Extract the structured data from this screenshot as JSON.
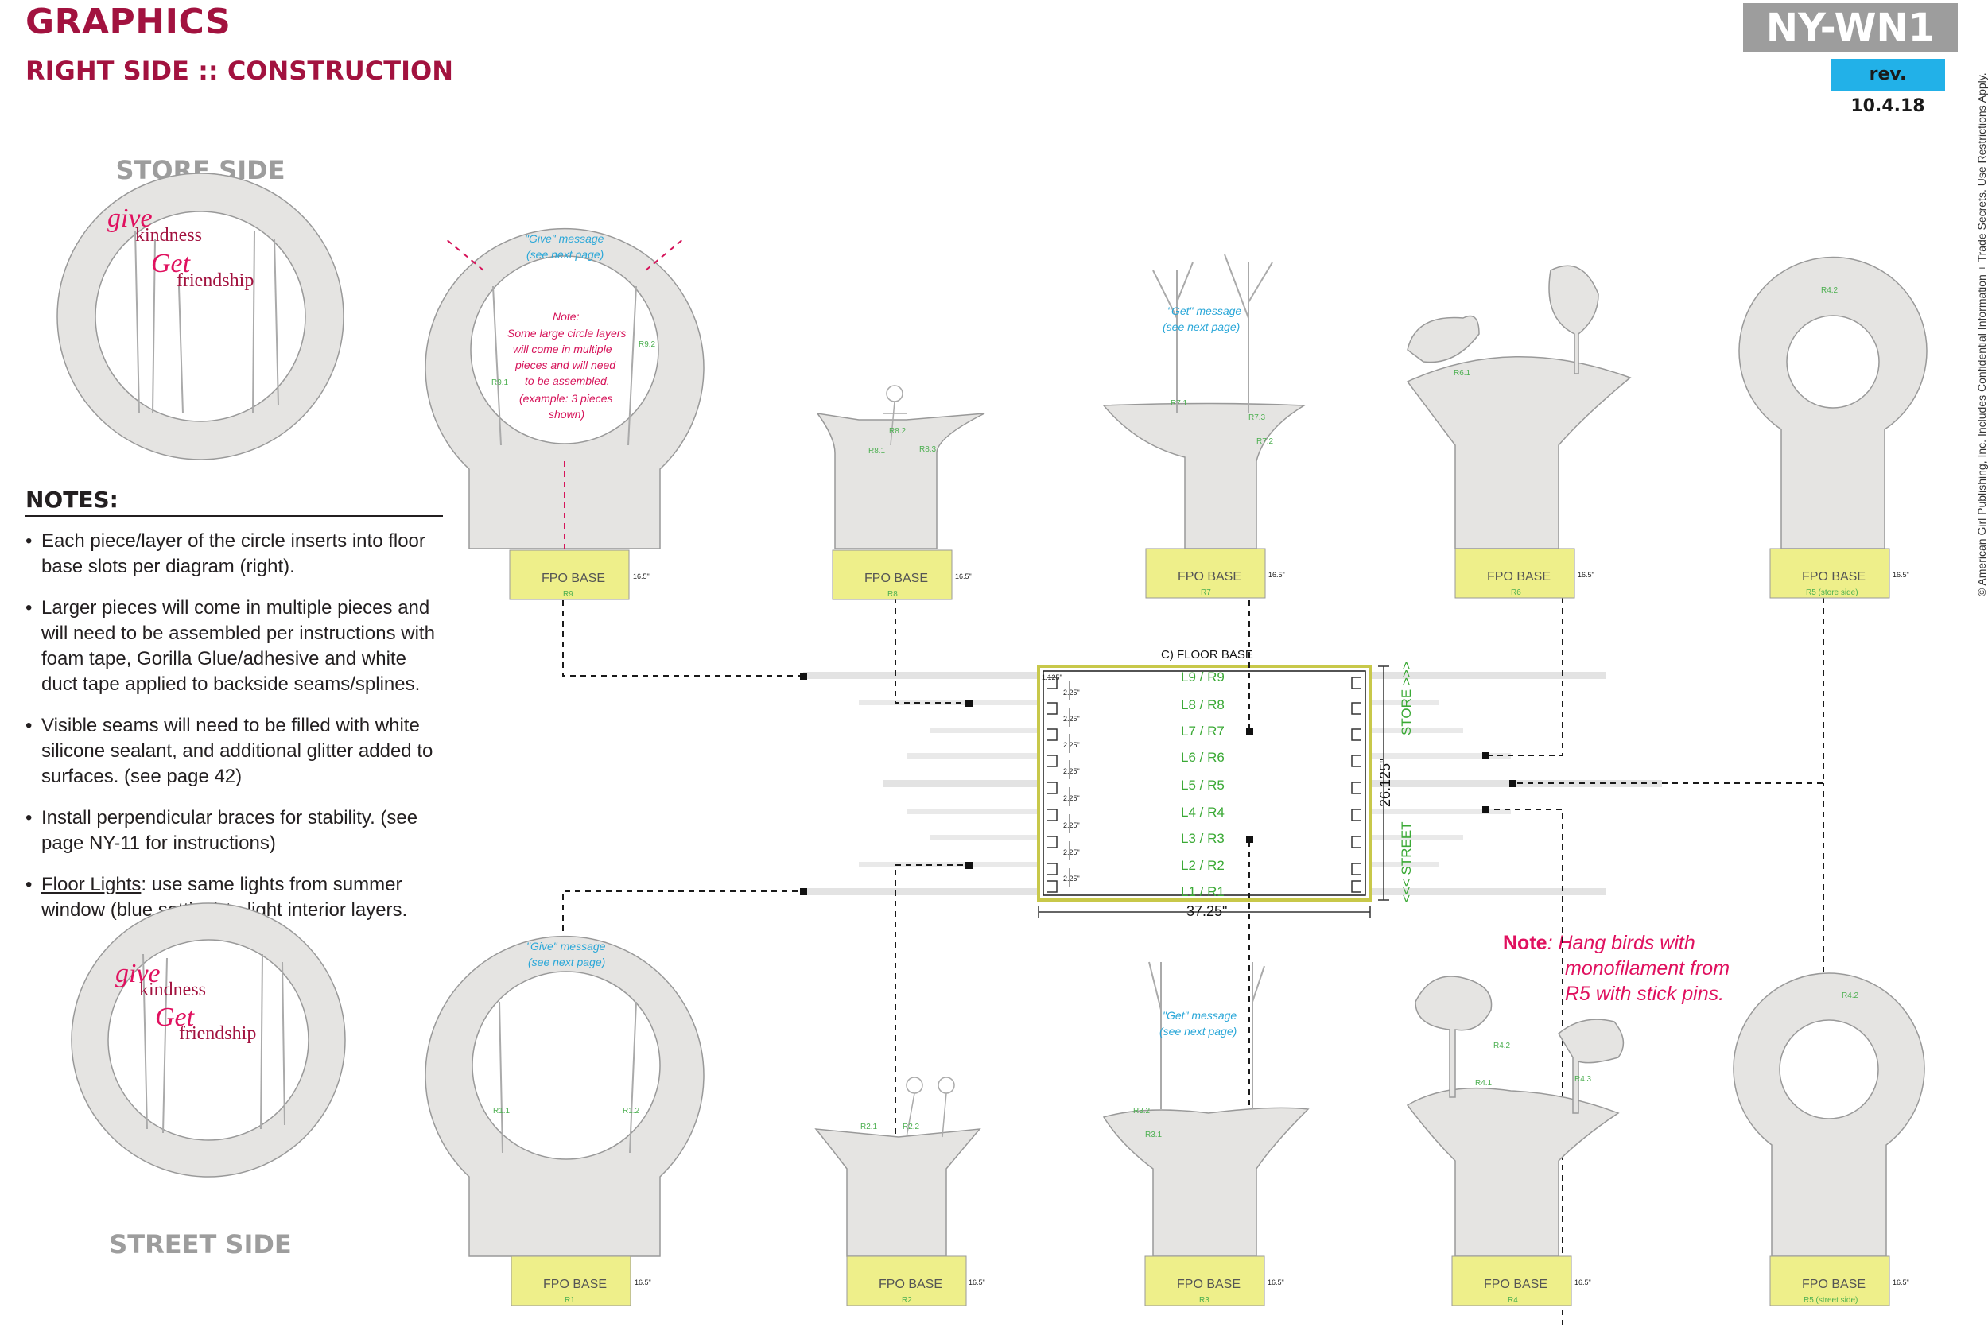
{
  "header": {
    "title": "GRAPHICS",
    "subtitle": "RIGHT SIDE :: CONSTRUCTION",
    "code": "NY-WN1",
    "revision": "rev. 10.4.18"
  },
  "copyright": "© American Girl Publishing, Inc. Includes Confidential Information + Trade Secrets. Use Restrictions Apply.",
  "left_panel": {
    "store_side_label": "STORE SIDE",
    "street_side_label": "STREET SIDE",
    "logo_word_give": "give",
    "logo_word_kindness": "kindness",
    "logo_word_get": "Get",
    "logo_word_friendship": "friendship",
    "notes_title": "NOTES:",
    "notes": [
      "Each piece/layer of the circle inserts into floor base slots per diagram (right).",
      "Larger pieces will come in multiple pieces and will need to be assembled per instructions with foam tape, Gorilla Glue/adhesive and white duct tape applied to backside seams/splines.",
      "Visible seams will need to be filled with white silicone sealant, and additional glitter added to surfaces. (see page 42)",
      "Install perpendicular braces for stability. (see page NY-11 for instructions)"
    ],
    "note_floor_lights_label": "Floor Lights",
    "note_floor_lights_text": ": use same lights from summer window (blue setting) to light interior layers."
  },
  "pieces_top": [
    {
      "base": "FPO BASE",
      "code": "R9",
      "dim": "16.5\""
    },
    {
      "base": "FPO BASE",
      "code": "R8",
      "dim": "16.5\""
    },
    {
      "base": "FPO BASE",
      "code": "R7",
      "dim": "16.5\""
    },
    {
      "base": "FPO BASE",
      "code": "R6",
      "dim": "16.5\""
    },
    {
      "base": "FPO BASE",
      "code": "R5 (store side)",
      "dim": "16.5\""
    }
  ],
  "pieces_bottom": [
    {
      "base": "FPO BASE",
      "code": "R1",
      "dim": "16.5\""
    },
    {
      "base": "FPO BASE",
      "code": "R2",
      "dim": "16.5\""
    },
    {
      "base": "FPO BASE",
      "code": "R3",
      "dim": "16.5\""
    },
    {
      "base": "FPO BASE",
      "code": "R4",
      "dim": "16.5\""
    },
    {
      "base": "FPO BASE",
      "code": "R5 (street side)",
      "dim": "16.5\""
    }
  ],
  "piece_labels": {
    "r9_left": "R9.1",
    "r9_right": "R9.2",
    "r8_a": "R8.1",
    "r8_b": "R8.2",
    "r8_c": "R8.3",
    "r7_a": "R7.1",
    "r7_b": "R7.2",
    "r7_c": "R7.3",
    "r6_a": "R6.1",
    "r5_top": "R4.2",
    "r1_left": "R1.1",
    "r1_right": "R1.2",
    "r2_a": "R2.1",
    "r2_b": "R2.2",
    "r3_a": "R3.1",
    "r3_b": "R3.2",
    "r4_a": "R4.1",
    "r4_b": "R4.2",
    "r4_c": "R4.3",
    "r5_bottom": "R4.2"
  },
  "messages": {
    "give_message": "\"Give\" message",
    "get_message": "\"Get\" message",
    "see_next_page": "(see next page)",
    "circle_note_title": "Note:",
    "circle_note_lines": [
      "Some large circle layers",
      "will come in multiple",
      "pieces and will need",
      "to be assembled.",
      "(example: 3 pieces",
      "shown)"
    ]
  },
  "floor_base": {
    "title": "C) FLOOR BASE",
    "rows": [
      "L9 / R9",
      "L8 / R8",
      "L7 / R7",
      "L6 / R6",
      "L5 / R5",
      "L4 / R4",
      "L3 / R3",
      "L2 / R2",
      "L1 / R1"
    ],
    "spacing": "2.25\"",
    "edge": "1.125\"",
    "width": "37.25\"",
    "height": "26.125\"",
    "store_label": "STORE >>>",
    "street_label": "<<< STREET"
  },
  "right_note": {
    "label": "Note",
    "lines": [
      ": Hang birds with",
      "monofilament from",
      "R5 with stick pins."
    ]
  },
  "colors": {
    "brand": "#a2123f",
    "accent_blue": "#22b1e8",
    "base_yellow": "#eeef8a",
    "piece_gray": "#e5e4e2",
    "label_green": "#3aa935",
    "note_pink": "#e0115f"
  }
}
